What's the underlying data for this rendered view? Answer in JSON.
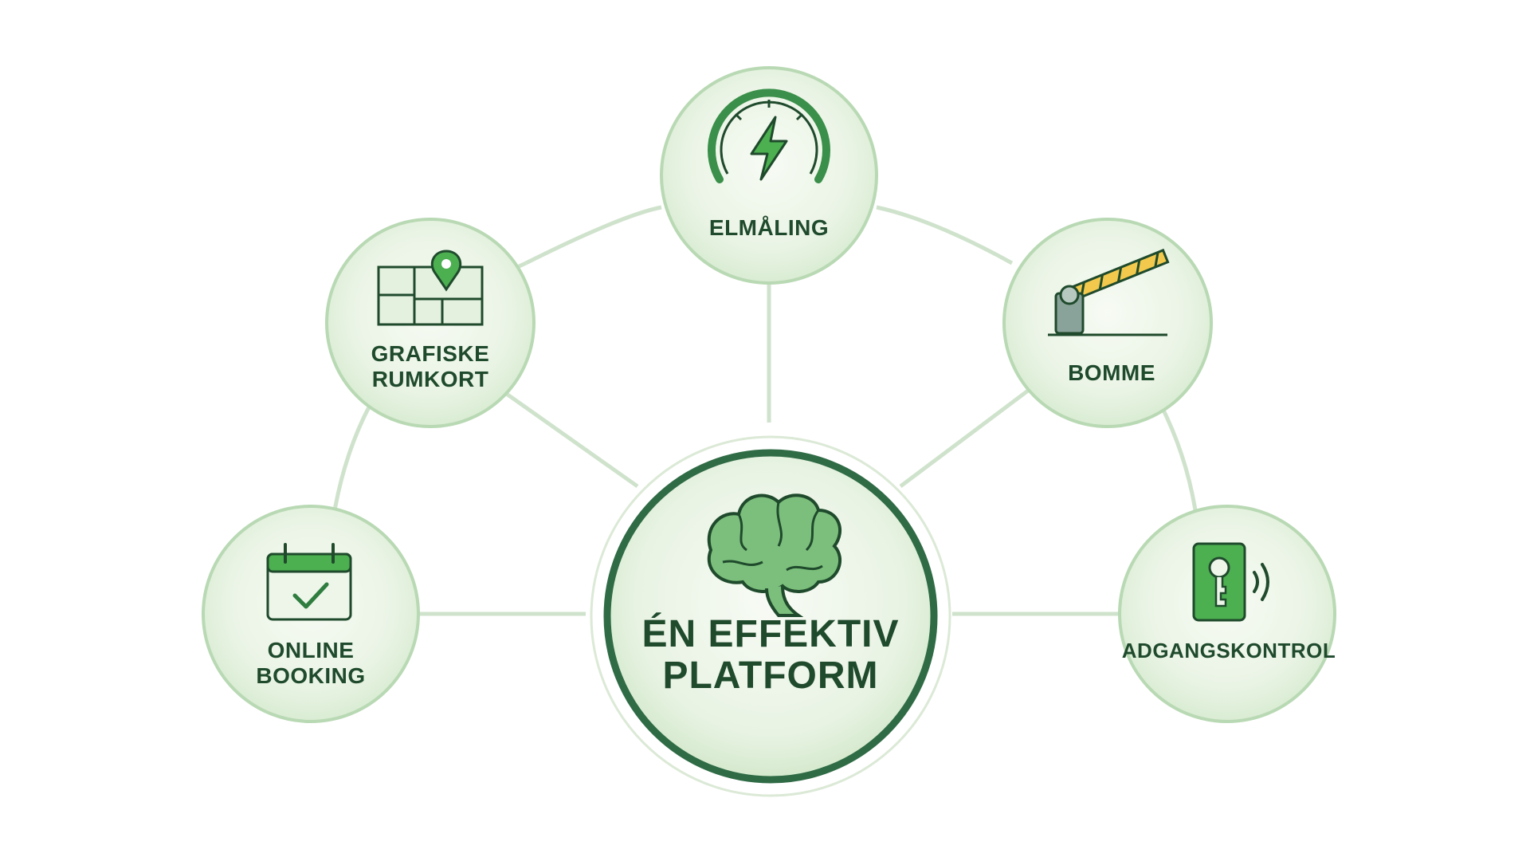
{
  "diagram": {
    "center": {
      "label": "ÉN EFFEKTIV\nPLATFORM",
      "icon": "brain-icon"
    },
    "nodes": [
      {
        "id": "elmaling",
        "label": "ELMÅLING",
        "icon": "power-meter-icon"
      },
      {
        "id": "grafiske-rumkort",
        "label": "GRAFISKE\nRUMKORT",
        "icon": "floor-plan-map-icon"
      },
      {
        "id": "bomme",
        "label": "BOMME",
        "icon": "barrier-gate-icon"
      },
      {
        "id": "online-booking",
        "label": "ONLINE\nBOOKING",
        "icon": "calendar-check-icon"
      },
      {
        "id": "adgangskontrol",
        "label": "ADGANGSKONTROL",
        "icon": "key-card-icon"
      }
    ]
  },
  "colors": {
    "dark_green": "#1f6b3a",
    "accent_green": "#4caf50",
    "light_green": "#a8d8a8",
    "circle_fill": "#eef6ea",
    "line": "#cfe3cc",
    "text": "#1f4a2c",
    "barrier_yellow": "#f2c94c"
  }
}
